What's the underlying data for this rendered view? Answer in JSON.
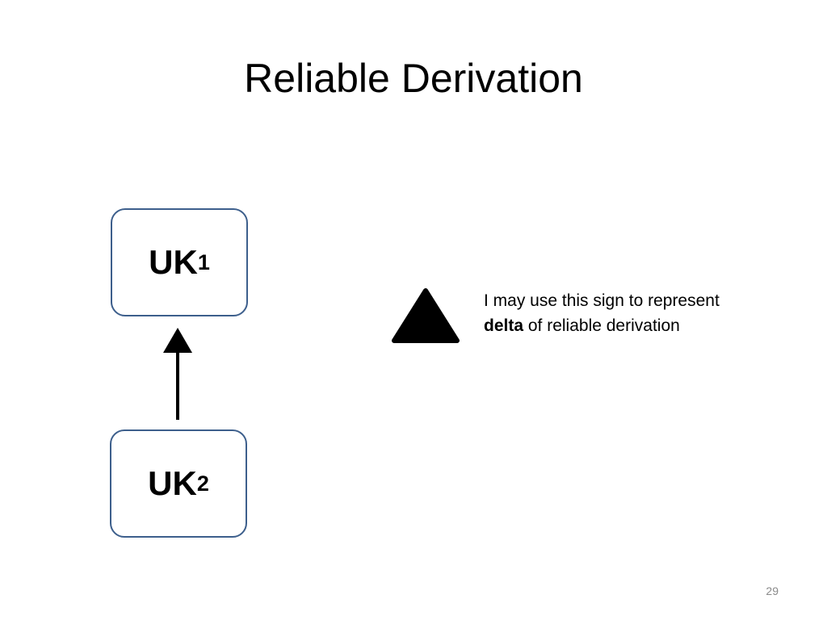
{
  "slide": {
    "title": "Reliable Derivation",
    "page_number": "29"
  },
  "diagram": {
    "nodes": [
      {
        "main": "UK",
        "sub": "1"
      },
      {
        "main": "UK",
        "sub": "2"
      }
    ],
    "edge": {
      "from": "UK2",
      "to": "UK1",
      "arrowhead": "filled-triangle"
    },
    "node_border_color": "#3d5f8c"
  },
  "legend": {
    "symbol": "filled-black-triangle",
    "text_before": "I may use this sign to represent",
    "text_bold": "delta",
    "text_after": "of reliable derivation"
  }
}
